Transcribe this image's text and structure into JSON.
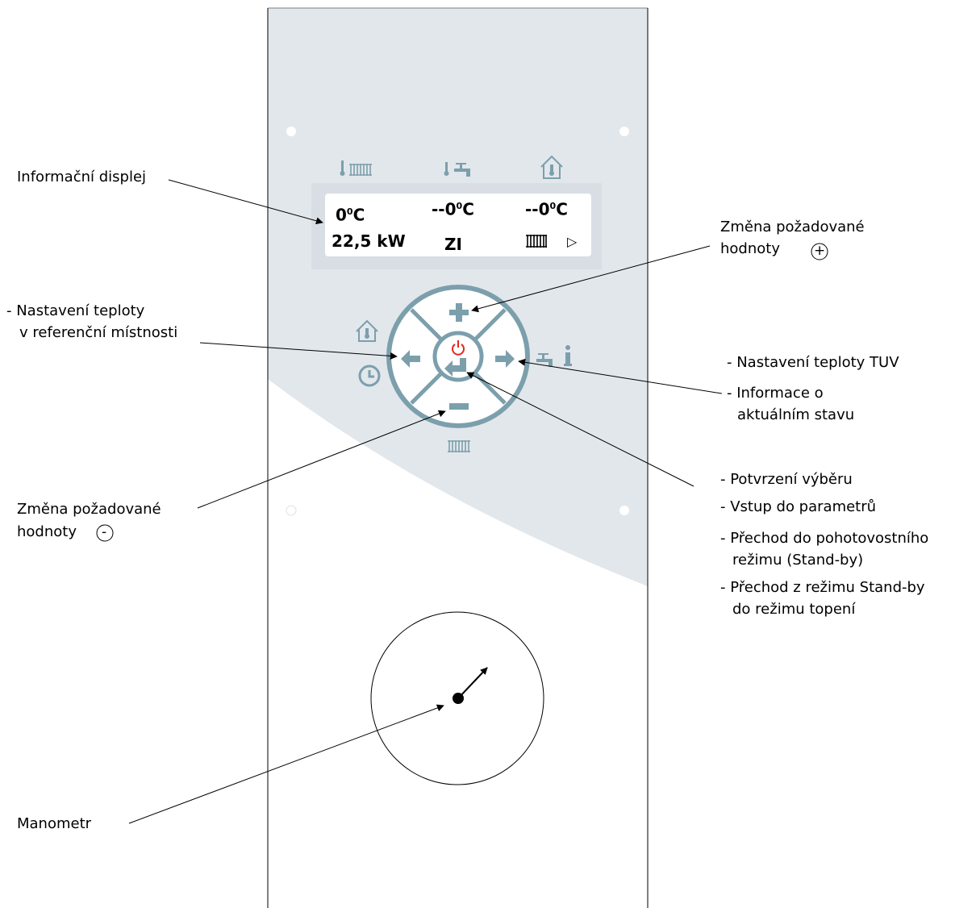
{
  "display": {
    "row1": [
      "0",
      "--0",
      "--0"
    ],
    "deg": "0",
    "unit": "C",
    "power": "22,5 kW",
    "mode": "ZI",
    "play_symbol": "▷"
  },
  "labels": {
    "display": "Informační displej",
    "plus_1": "Změna požadované",
    "plus_2": "hodnoty",
    "plus_sign": "+",
    "room_1": "- Nastavení teploty",
    "room_2": "v referenční místnosti",
    "tuv": "- Nastavení teploty TUV",
    "info_1": "- Informace  o",
    "info_2": "aktuálním stavu",
    "minus_1": "Změna požadované",
    "minus_2": "hodnoty",
    "minus_sign": "-",
    "confirm": "- Potvrzení výběru",
    "params": "- Vstup do parametrů",
    "standby_1": "- Přechod do pohotovostního",
    "standby_2": "režimu (Stand-by)",
    "heating_1": "- Přechod z režimu Stand-by",
    "heating_2": "do režimu topení",
    "manometer": "Manometr"
  },
  "colors": {
    "panel": "#e2e7ec",
    "button": "#7c9fac",
    "power": "#e5251d",
    "line": "#000000"
  },
  "icons": [
    "thermometer-icon",
    "radiator-icon",
    "tap-icon",
    "house-icon",
    "clock-icon",
    "info-icon",
    "power-icon",
    "plus-icon",
    "minus-icon",
    "arrow-left-icon",
    "arrow-right-icon",
    "enter-icon"
  ]
}
